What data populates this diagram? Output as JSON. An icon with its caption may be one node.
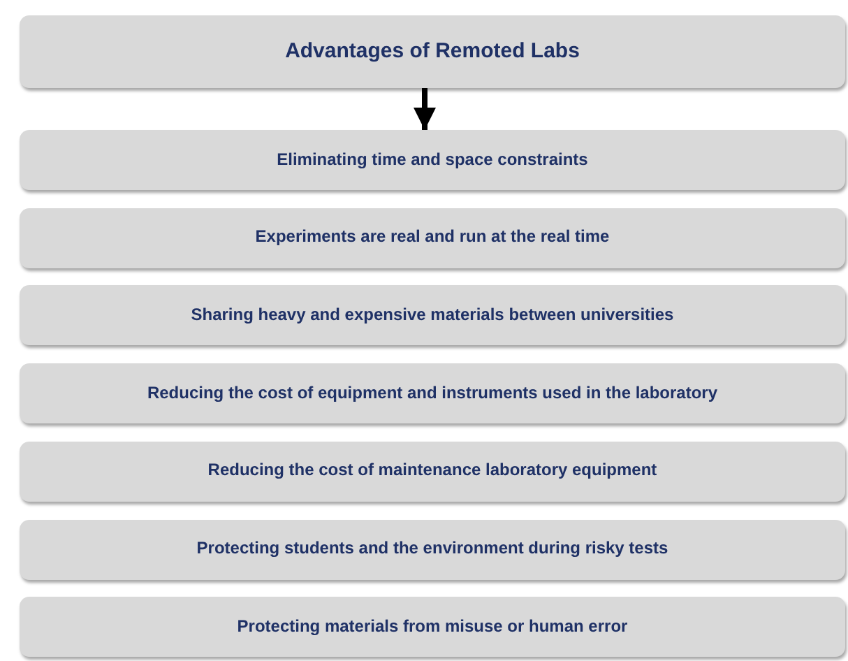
{
  "diagram": {
    "nodes": [
      {
        "text": [
          "Advantages of Remoted Labs"
        ]
      },
      {
        "text": [
          "Eliminating time and space constraints"
        ]
      },
      {
        "text": [
          "Experiments are real and run at the real time"
        ]
      },
      {
        "text": [
          "Sharing heavy and expensive materials between universities"
        ]
      },
      {
        "text": [
          "Reducing the cost of equipment and instruments used in the laboratory"
        ]
      },
      {
        "text": [
          "Reducing the cost of maintenance laboratory equipment"
        ]
      },
      {
        "text": [
          "Protecting students and the environment during risky tests"
        ]
      },
      {
        "text": [
          "Protecting materials from misuse or human error"
        ]
      }
    ],
    "edges": [
      {
        "from": 0,
        "to": 1,
        "arrow": "to"
      }
    ]
  }
}
